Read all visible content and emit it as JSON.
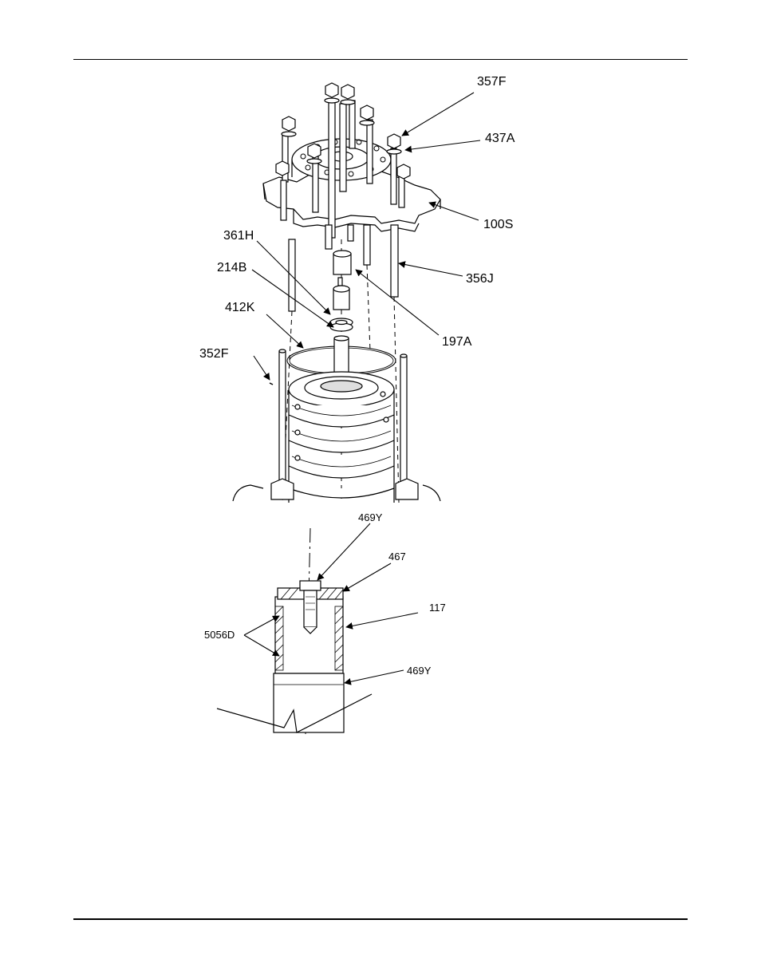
{
  "diagram": {
    "upper_callouts": {
      "c357F": "357F",
      "c437A": "437A",
      "c100S": "100S",
      "c361H": "361H",
      "c214B": "214B",
      "c356J": "356J",
      "c412K": "412K",
      "c197A": "197A",
      "c352F": "352F"
    },
    "lower_callouts": {
      "c469Y_top": "469Y",
      "c467": "467",
      "c117": "117",
      "c5056D": "5056D",
      "c469Y_bottom": "469Y"
    }
  }
}
